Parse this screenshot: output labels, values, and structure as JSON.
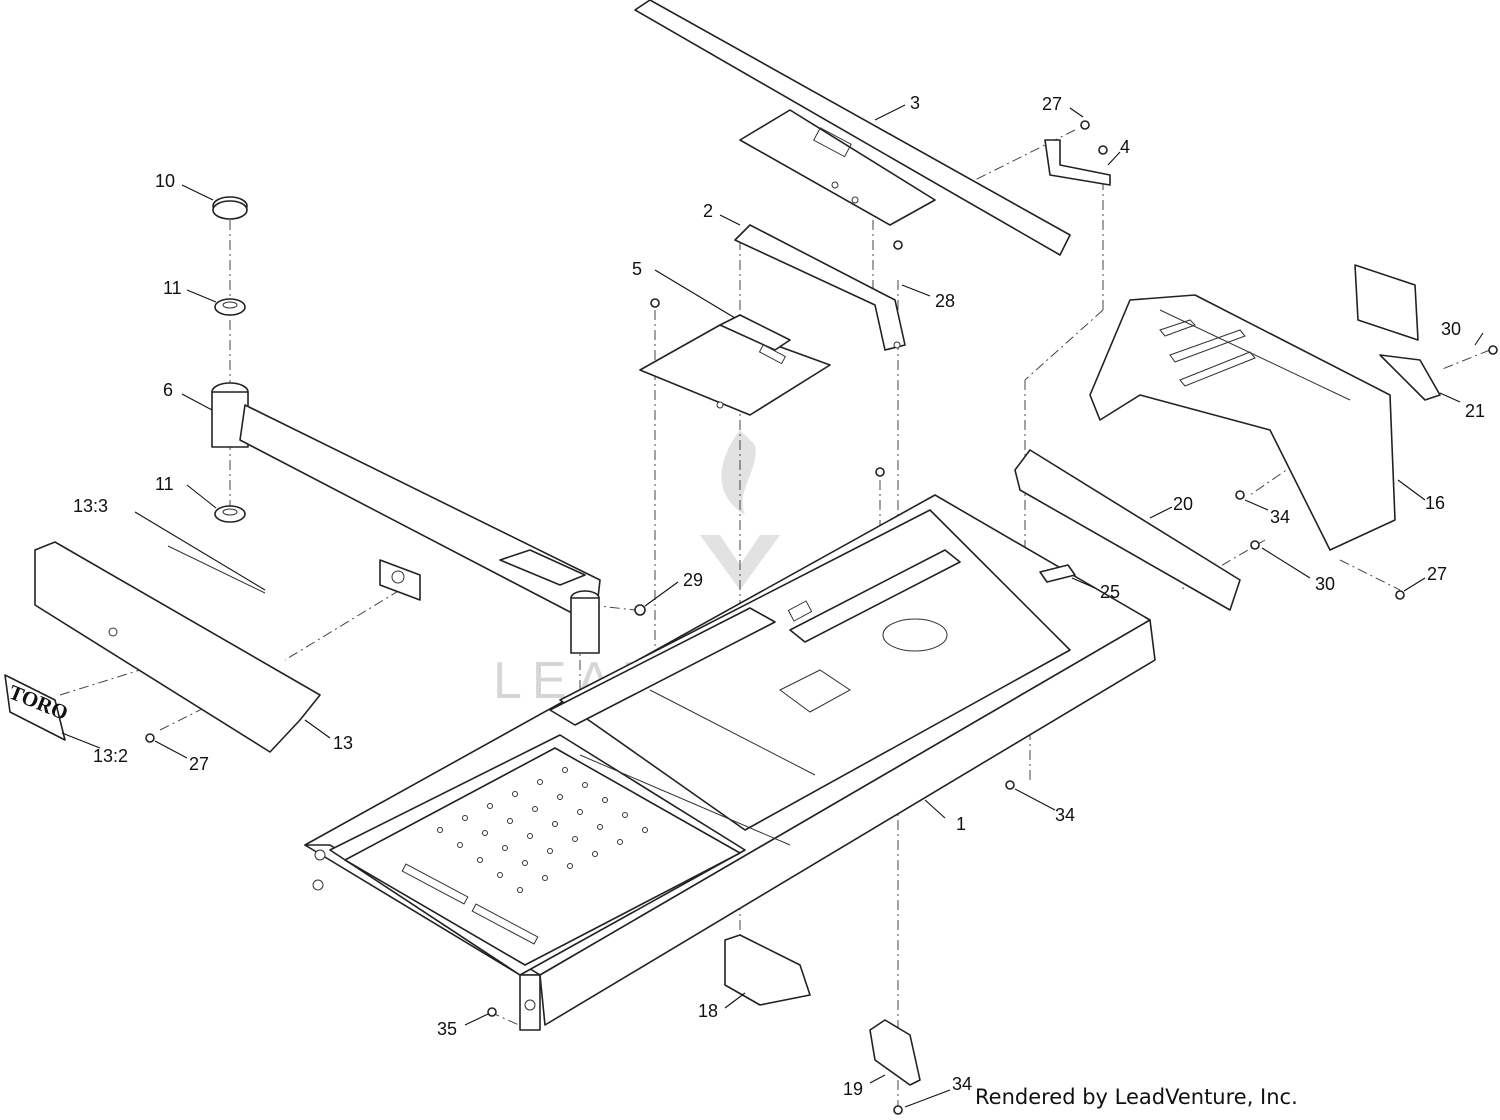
{
  "credit": "Rendered by LeadVenture, Inc.",
  "watermark": "LEADVENTURE",
  "brand_plate": "TORO",
  "callouts": [
    {
      "id": "c1",
      "label": "1"
    },
    {
      "id": "c2",
      "label": "2"
    },
    {
      "id": "c3",
      "label": "3"
    },
    {
      "id": "c4",
      "label": "4"
    },
    {
      "id": "c5",
      "label": "5"
    },
    {
      "id": "c6",
      "label": "6"
    },
    {
      "id": "c10",
      "label": "10"
    },
    {
      "id": "c11a",
      "label": "11"
    },
    {
      "id": "c11b",
      "label": "11"
    },
    {
      "id": "c13",
      "label": "13"
    },
    {
      "id": "c13_2",
      "label": "13:2"
    },
    {
      "id": "c13_3",
      "label": "13:3"
    },
    {
      "id": "c16",
      "label": "16"
    },
    {
      "id": "c18",
      "label": "18"
    },
    {
      "id": "c19",
      "label": "19"
    },
    {
      "id": "c20",
      "label": "20"
    },
    {
      "id": "c21",
      "label": "21"
    },
    {
      "id": "c25",
      "label": "25"
    },
    {
      "id": "c27a",
      "label": "27"
    },
    {
      "id": "c27b",
      "label": "27"
    },
    {
      "id": "c27c",
      "label": "27"
    },
    {
      "id": "c28",
      "label": "28"
    },
    {
      "id": "c29",
      "label": "29"
    },
    {
      "id": "c30a",
      "label": "30"
    },
    {
      "id": "c30b",
      "label": "30"
    },
    {
      "id": "c34a",
      "label": "34"
    },
    {
      "id": "c34b",
      "label": "34"
    },
    {
      "id": "c34c",
      "label": "34"
    },
    {
      "id": "c35",
      "label": "35"
    }
  ]
}
